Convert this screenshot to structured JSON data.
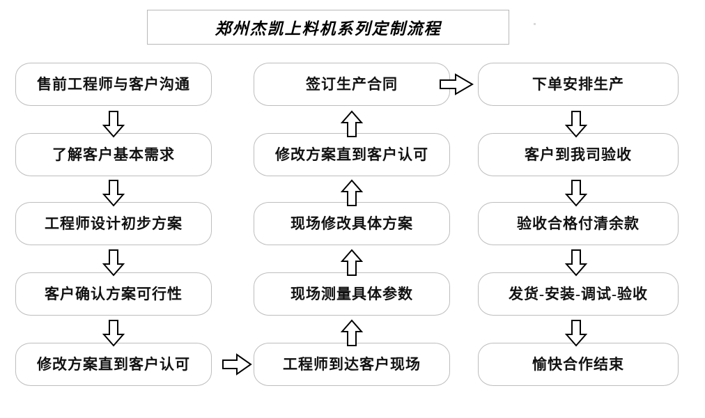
{
  "title": {
    "text": "郑州杰凯上料机系列定制流程"
  },
  "flow": {
    "column_left": [
      {
        "id": "node-1",
        "label": "售前工程师与客户沟通"
      },
      {
        "id": "node-2",
        "label": "了解客户基本需求"
      },
      {
        "id": "node-3",
        "label": "工程师设计初步方案"
      },
      {
        "id": "node-4",
        "label": "客户确认方案可行性"
      },
      {
        "id": "node-5",
        "label": "修改方案直到客户认可"
      }
    ],
    "column_middle": [
      {
        "id": "node-10",
        "label": "签订生产合同"
      },
      {
        "id": "node-9",
        "label": "修改方案直到客户认可"
      },
      {
        "id": "node-8",
        "label": "现场修改具体方案"
      },
      {
        "id": "node-7",
        "label": "现场测量具体参数"
      },
      {
        "id": "node-6",
        "label": "工程师到达客户现场"
      }
    ],
    "column_right": [
      {
        "id": "node-11",
        "label": "下单安排生产"
      },
      {
        "id": "node-12",
        "label": "客户到我司验收"
      },
      {
        "id": "node-13",
        "label": "验收合格付清余款"
      },
      {
        "id": "node-14",
        "label": "发货-安装-调试-验收"
      },
      {
        "id": "node-15",
        "label": "愉快合作结束"
      }
    ]
  },
  "connectors": [
    {
      "name": "arrow-left-1-2",
      "direction": "down"
    },
    {
      "name": "arrow-left-2-3",
      "direction": "down"
    },
    {
      "name": "arrow-left-3-4",
      "direction": "down"
    },
    {
      "name": "arrow-left-4-5",
      "direction": "down"
    },
    {
      "name": "arrow-left-to-middle",
      "direction": "right"
    },
    {
      "name": "arrow-middle-6-7",
      "direction": "up"
    },
    {
      "name": "arrow-middle-7-8",
      "direction": "up"
    },
    {
      "name": "arrow-middle-8-9",
      "direction": "up"
    },
    {
      "name": "arrow-middle-9-10",
      "direction": "up"
    },
    {
      "name": "arrow-middle-to-right",
      "direction": "right"
    },
    {
      "name": "arrow-right-11-12",
      "direction": "down"
    },
    {
      "name": "arrow-right-12-13",
      "direction": "down"
    },
    {
      "name": "arrow-right-13-14",
      "direction": "down"
    },
    {
      "name": "arrow-right-14-15",
      "direction": "down"
    }
  ],
  "colors": {
    "box_border": "#bdbdbd",
    "title_border": "#b8b8b8",
    "text": "#111111",
    "arrow_stroke": "#000000",
    "background": "#ffffff"
  }
}
